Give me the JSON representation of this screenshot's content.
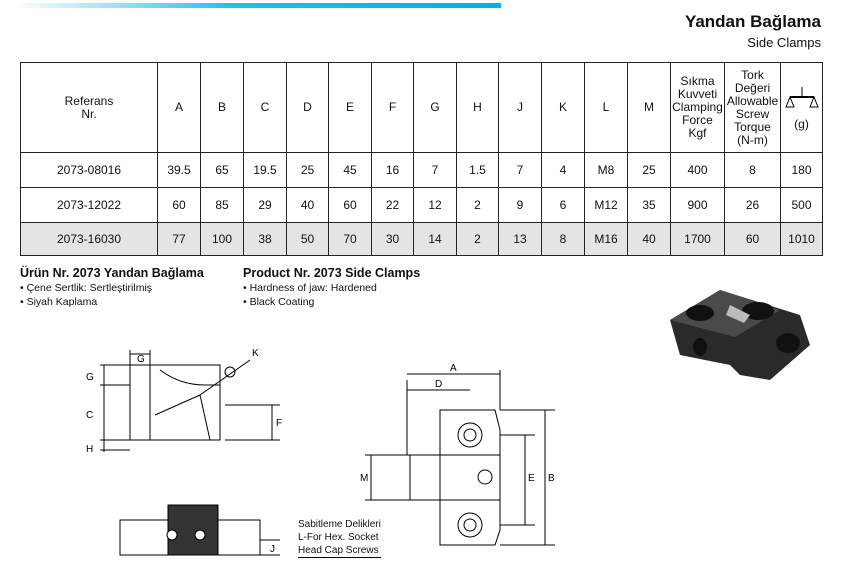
{
  "header": {
    "title": "Yandan Bağlama",
    "subtitle": "Side Clamps"
  },
  "table": {
    "columns": [
      "Referans\nNr.",
      "A",
      "B",
      "C",
      "D",
      "E",
      "F",
      "G",
      "H",
      "J",
      "K",
      "L",
      "M",
      "Sıkma\nKuvveti\nClamping\nForce\nKgf",
      "Tork\nDeğeri\nAllowable\nScrew\nTorque\n(N-m)",
      "(g)"
    ],
    "rows": [
      [
        "2073-08016",
        "39.5",
        "65",
        "19.5",
        "25",
        "45",
        "16",
        "7",
        "1.5",
        "7",
        "4",
        "M8",
        "25",
        "400",
        "8",
        "180"
      ],
      [
        "2073-12022",
        "60",
        "85",
        "29",
        "40",
        "60",
        "22",
        "12",
        "2",
        "9",
        "6",
        "M12",
        "35",
        "900",
        "26",
        "500"
      ],
      [
        "2073-16030",
        "77",
        "100",
        "38",
        "50",
        "70",
        "30",
        "14",
        "2",
        "13",
        "8",
        "M16",
        "40",
        "1700",
        "60",
        "1010"
      ]
    ]
  },
  "desc_tr": {
    "title": "Ürün Nr. 2073 Yandan Bağlama",
    "items": [
      "• Çene Sertlik: Sertleştirilmiş",
      "• Siyah Kaplama"
    ]
  },
  "desc_en": {
    "title": "Product Nr. 2073 Side Clamps",
    "items": [
      "• Hardness of jaw: Hardened",
      "• Black Coating"
    ]
  },
  "dims": {
    "G": "G",
    "C": "C",
    "H": "H",
    "F": "F",
    "K": "K",
    "A": "A",
    "D": "D",
    "M": "M",
    "E": "E",
    "B": "B",
    "J": "J"
  },
  "callout": [
    "Sabitleme Delikleri",
    "L-For Hex. Socket",
    "Head Cap Screws"
  ],
  "colors": {
    "accent": "#00aeef",
    "row_highlight": "#e4e4e4"
  }
}
